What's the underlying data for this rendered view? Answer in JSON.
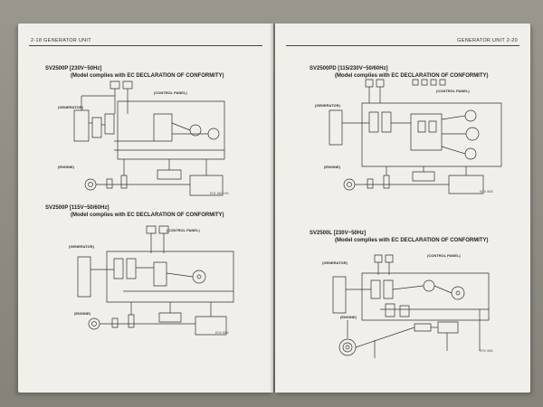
{
  "left_page": {
    "running_head": "2-18 GENERATOR UNIT",
    "diagrams": [
      {
        "model": "SV2500P [230V~50Hz]",
        "subtitle": "(Model complies with EC DECLARATION OF CONFORMITY)",
        "labels": {
          "panel": "(CONTROL PANEL)",
          "generator": "(GENERATOR)",
          "engine": "(ENGINE)"
        },
        "figure_no": "E01 862 HS"
      },
      {
        "model": "SV2500P [115V~50/60Hz]",
        "subtitle": "(Model complies with EC DECLARATION OF CONFORMITY)",
        "labels": {
          "panel": "(CONTROL PANEL)",
          "generator": "(GENERATOR)",
          "engine": "(ENGINE)"
        },
        "figure_no": "E0V 864"
      }
    ]
  },
  "right_page": {
    "running_head": "GENERATOR UNIT 2-20",
    "diagrams": [
      {
        "model": "SV2500PD [115/230V~50/60Hz]",
        "subtitle": "(Model complies with EC DECLARATION OF CONFORMITY)",
        "labels": {
          "panel": "(CONTROL PANEL)",
          "generator": "(GENERATOR)",
          "engine": "(ENGINE)"
        },
        "figure_no": "E0V 865"
      },
      {
        "model": "SV2500L [230V~50Hz]",
        "subtitle": "(Model complies with EC DECLARATION OF CONFORMITY)",
        "labels": {
          "panel": "(CONTROL PANEL)",
          "generator": "(GENERATOR)",
          "engine": "(ENGINE)"
        },
        "figure_no": "E0V 866"
      }
    ]
  }
}
